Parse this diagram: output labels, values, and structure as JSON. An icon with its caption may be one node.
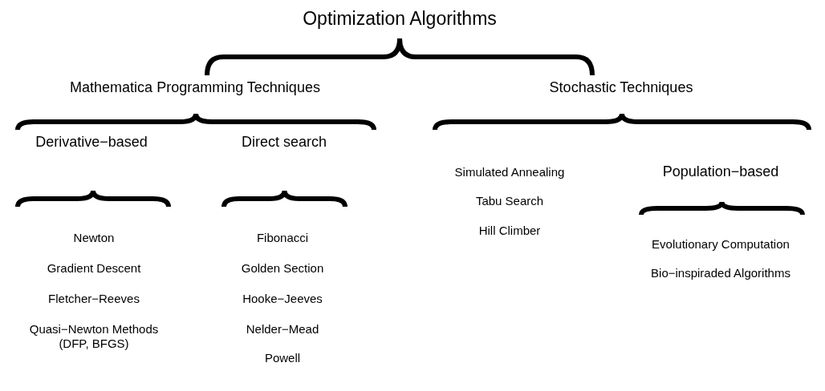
{
  "diagram": {
    "title": "Optimization Algorithms",
    "labels": [
      "Mathematica Programming Techniques",
      "Stochastic Techniques",
      "Derivative−based",
      "Newton",
      "Gradient Descent",
      "Fletcher−Reeves",
      "Quasi−Newton Methods (DFP, BFGS)",
      "Direct search",
      "Fibonacci",
      "Golden Section",
      "Hooke−Jeeves",
      "Nelder−Mead",
      "Powell",
      "Simulated Annealing",
      "Tabu Search",
      "Hill Climber",
      "Population−based",
      "Evolutionary Computation",
      "Bio−inspiraded Algorithms"
    ]
  }
}
